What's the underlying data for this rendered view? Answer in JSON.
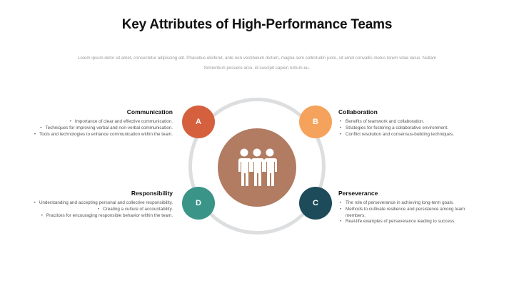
{
  "title": "Key Attributes of High-Performance Teams",
  "subtitle": "Lorem ipsum dolor sit amet, consectetur adipiscing elit. Phasellus eleifend, ante non vestibulum dictum, magna sem sollicitudin justo, sit amet convallis metus lorem vitae lacus. Nullam fermentum posuere arcu, id suscipit sapien rutrum eu.",
  "center": {
    "icon": "team-people-icon",
    "color": "#b17c62"
  },
  "ring_color": "#dcdedf",
  "attributes": {
    "a": {
      "letter": "A",
      "color": "#d5603e",
      "heading": "Communication",
      "bullets": [
        "Importance of clear and effective communication.",
        "Techniques for improving verbal and non-verbal communication.",
        "Tools and technologies to enhance communication within the team."
      ]
    },
    "b": {
      "letter": "B",
      "color": "#f5a35c",
      "heading": "Collaboration",
      "bullets": [
        "Benefits of teamwork and collaboration.",
        "Strategies for fostering a collaborative environment.",
        "Conflict resolution and consensus-building techniques."
      ]
    },
    "c": {
      "letter": "C",
      "color": "#1e4b5a",
      "heading": "Perseverance",
      "bullets": [
        "The role of perseverance in achieving long-term goals.",
        "Methods to cultivate resilience and persistence among team members.",
        "Real-life examples of perseverance leading to success."
      ]
    },
    "d": {
      "letter": "D",
      "color": "#3a9488",
      "heading": "Responsibility",
      "bullets": [
        "Understanding and accepting personal and collective responsibility.",
        "Creating a culture of accountability.",
        "Practices for encouraging responsible behavior within the team."
      ]
    }
  }
}
